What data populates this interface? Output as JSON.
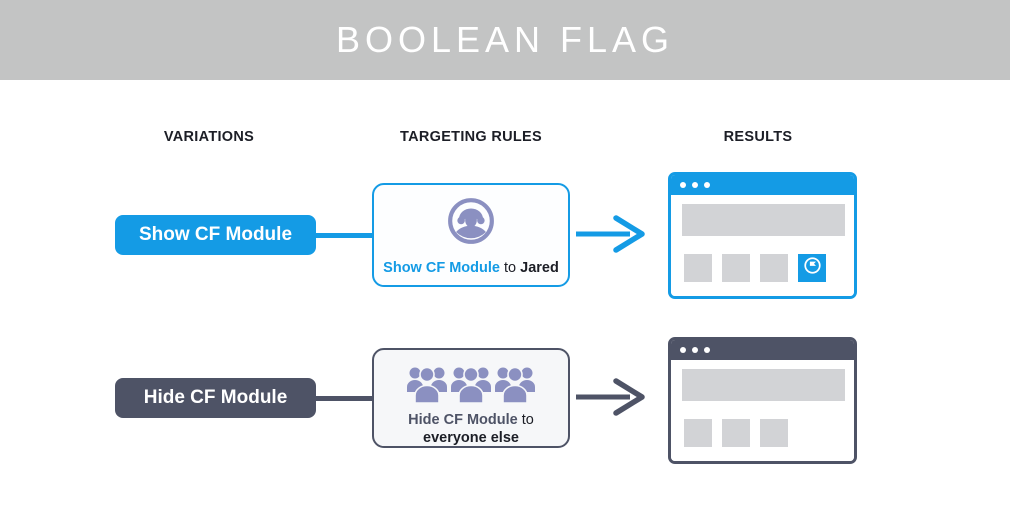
{
  "header": {
    "title": "BOOLEAN FLAG"
  },
  "columns": [
    {
      "label": "VARIATIONS"
    },
    {
      "label": "TARGETING RULES"
    },
    {
      "label": "RESULTS"
    }
  ],
  "rows": [
    {
      "variation": {
        "label": "Show CF Module"
      },
      "rule": {
        "icon": "user-circle-icon",
        "parts": [
          {
            "text": "Show CF Module"
          },
          {
            "text": " to "
          },
          {
            "text": "Jared"
          }
        ]
      },
      "result": {
        "window": "browser-with-cf-module"
      }
    },
    {
      "variation": {
        "label": "Hide CF Module"
      },
      "rule": {
        "icon": "crowd-icon",
        "parts": [
          {
            "text": "Hide CF Module"
          },
          {
            "text": " to"
          },
          {
            "text": "everyone else"
          }
        ]
      },
      "result": {
        "window": "browser-without-cf-module"
      }
    }
  ],
  "colors": {
    "accent_blue": "#149be5",
    "dark_slate": "#4e5366",
    "icon_purple": "#8b90c1",
    "header_gray": "#c3c4c4",
    "placeholder_gray": "#d2d3d6"
  }
}
